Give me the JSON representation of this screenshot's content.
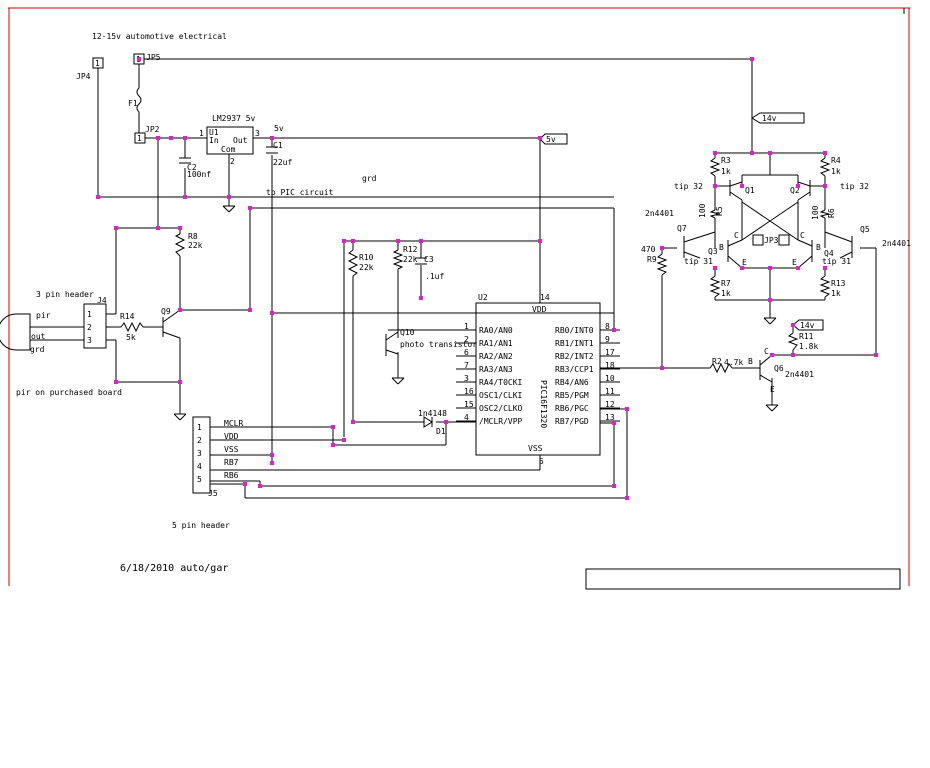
{
  "texts": {
    "supply": "12-15v automotive electrical",
    "jp4": "JP4",
    "jp5": "JP5",
    "jp2": "JP2",
    "f1": "F1",
    "one": "1",
    "reg_name": "LM2937 5v",
    "reg_u": "U1",
    "reg_in": "In",
    "reg_out": "Out",
    "reg_com": "Com",
    "reg_p1": "1",
    "reg_p2": "2",
    "reg_p3": "3",
    "c2": "C2",
    "c2v": "100nf",
    "c1": "C1",
    "c1v": "22uf",
    "v5": "5v",
    "net5v": "5v",
    "net14v": "14v",
    "net14v_b": "14v",
    "pic_circ": "to PIC circuit",
    "grd": "grd",
    "r8": "R8",
    "r8v": "22k",
    "hdr3": "3 pin header",
    "j4": "J4",
    "pir": "pir",
    "out": "out",
    "grd2": "grd",
    "r14": "R14",
    "r14v": "5k",
    "q9": "Q9",
    "pir_board": "pir on purchased board",
    "r10": "R10",
    "r10v": "22k",
    "r12": "R12",
    "r12v": "22k",
    "c3": "C3",
    "c3v": ".1uf",
    "q10": "Q10",
    "photo": "photo transistor",
    "d1": "1n4148",
    "d1n": "D1",
    "u2": "U2",
    "vdd": "VDD",
    "vss": "VSS",
    "pic": "PIC16F1320",
    "hdr5": "5 pin header",
    "date": "6/18/2010   auto/gar",
    "r3": "R3",
    "r3v": "1k",
    "r4": "R4",
    "r4v": "1k",
    "tip32l": "tip 32",
    "tip32r": "tip 32",
    "q1": "Q1",
    "q2": "Q2",
    "r5": "R5",
    "r5v": "100",
    "r6": "R6",
    "r6v": "100",
    "n2n4401l": "2n4401",
    "n2n4401r": "2n4401",
    "n2n4401b": "2n4401",
    "q7": "Q7",
    "q5": "Q5",
    "q3": "Q3",
    "q4": "Q4",
    "tip31l": "tip 31",
    "tip31r": "tip 31",
    "r9": "R9",
    "r9v": "470",
    "jp3": "JP3",
    "r7": "R7",
    "r7v": "1k",
    "r13": "R13",
    "r13v": "1k",
    "r11": "R11",
    "r11v": "1.8k",
    "r2": "R2",
    "r2v": "4.7k",
    "q6": "Q6",
    "bce_b": "B",
    "bce_c": "C",
    "bce_e": "E"
  },
  "pic_pins_left": [
    {
      "num": "1",
      "name": "RA0/AN0"
    },
    {
      "num": "2",
      "name": "RA1/AN1"
    },
    {
      "num": "6",
      "name": "RA2/AN2"
    },
    {
      "num": "7",
      "name": "RA3/AN3"
    },
    {
      "num": "3",
      "name": "RA4/T0CKI"
    },
    {
      "num": "16",
      "name": "OSC1/CLKI"
    },
    {
      "num": "15",
      "name": "OSC2/CLKO"
    },
    {
      "num": "4",
      "name": "/MCLR/VPP"
    }
  ],
  "pic_pins_right": [
    {
      "num": "8",
      "name": "RB0/INT0"
    },
    {
      "num": "9",
      "name": "RB1/INT1"
    },
    {
      "num": "17",
      "name": "RB2/INT2"
    },
    {
      "num": "18",
      "name": "RB3/CCP1"
    },
    {
      "num": "10",
      "name": "RB4/AN6"
    },
    {
      "num": "11",
      "name": "RB5/PGM"
    },
    {
      "num": "12",
      "name": "RB6/PGC"
    },
    {
      "num": "13",
      "name": "RB7/PGD"
    }
  ],
  "pic_pin_vdd": "14",
  "pic_pin_vss": "5",
  "hdr5_pins": [
    {
      "num": "1",
      "name": "MCLR"
    },
    {
      "num": "2",
      "name": "VDD"
    },
    {
      "num": "3",
      "name": "VSS"
    },
    {
      "num": "4",
      "name": "RB7"
    },
    {
      "num": "5",
      "name": "RB6"
    }
  ],
  "hdr5_label": "J5",
  "hdr3_pins": [
    "1",
    "2",
    "3"
  ],
  "colors": {
    "wire": "#000000",
    "border": "#d40000",
    "node": "#e020c8"
  }
}
